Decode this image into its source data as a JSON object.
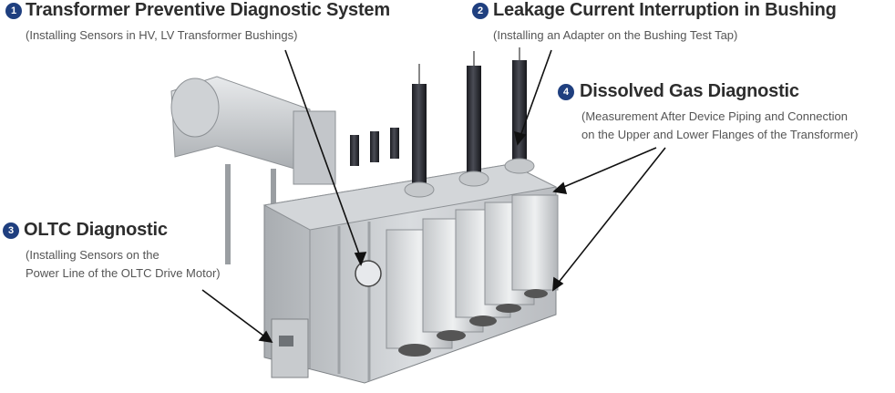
{
  "callouts": [
    {
      "num": "1",
      "title": "Transformer Preventive Diagnostic System",
      "sub": "(Installing Sensors in HV, LV Transformer Bushings)"
    },
    {
      "num": "2",
      "title": "Leakage Current Interruption in Bushing",
      "sub": "(Installing an Adapter on the Bushing Test Tap)"
    },
    {
      "num": "3",
      "title": "OLTC Diagnostic",
      "sub_lines": [
        "(Installing Sensors on the",
        "Power Line of the OLTC Drive Motor)"
      ]
    },
    {
      "num": "4",
      "title": "Dissolved Gas Diagnostic",
      "sub_lines": [
        "(Measurement After Device Piping and Connection",
        "on the Upper and Lower Flanges of the Transformer)"
      ]
    }
  ],
  "colors": {
    "badge": "#1f3f7f",
    "title": "#2d2d2d",
    "sub": "#555555",
    "arrow": "#111111"
  }
}
